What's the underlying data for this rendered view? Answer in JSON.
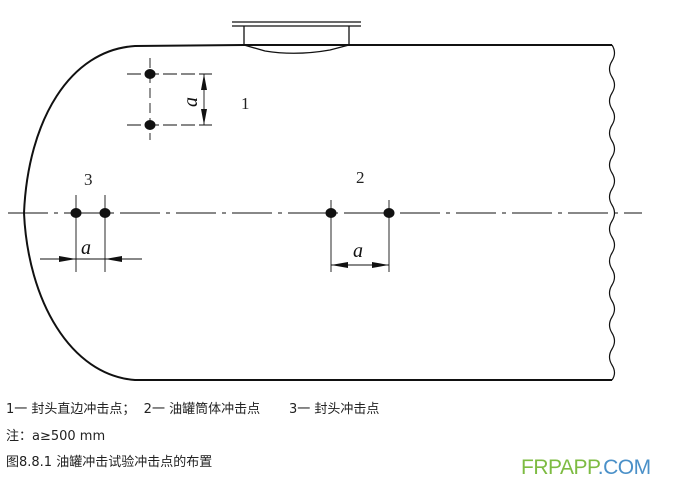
{
  "diagram": {
    "point_labels": [
      "1",
      "2",
      "3"
    ],
    "dimension_label": "a"
  },
  "caption": {
    "legend": "1一 封头直边冲击点；  2一 油罐筒体冲击点       3一 封头冲击点",
    "note": "注：a≥500 mm",
    "title": "图8.8.1 油罐冲击试验冲击点的布置"
  },
  "watermark": {
    "part1": "FRPAPP",
    "part2": ".COM",
    "color1": "#7dbb42",
    "color2": "#4a90c8"
  }
}
